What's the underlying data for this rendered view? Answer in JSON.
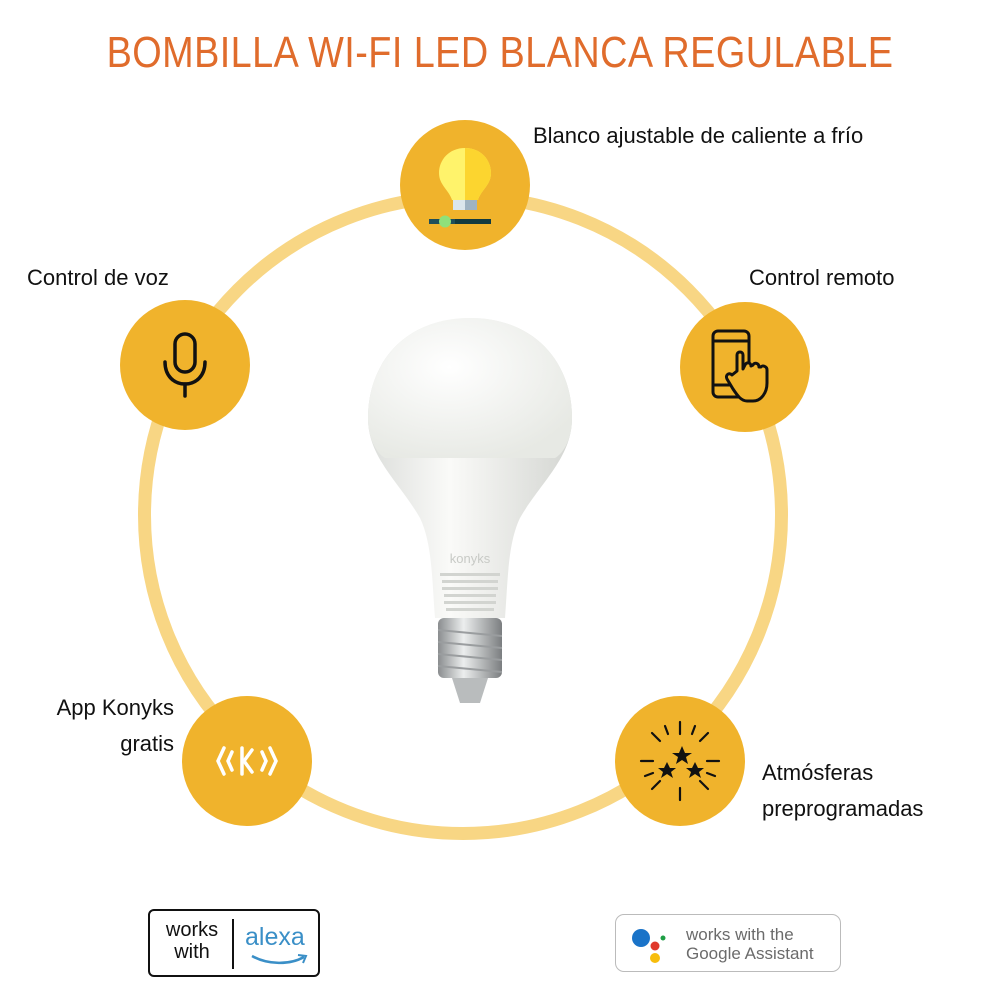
{
  "title": "BOMBILLA WI-FI LED BLANCA REGULABLE",
  "features": [
    {
      "label": "Blanco ajustable de caliente a frío",
      "icon": "bulb-slider-icon"
    },
    {
      "label": "Control de voz",
      "icon": "microphone-icon"
    },
    {
      "label": "Control remoto",
      "icon": "phone-touch-icon"
    },
    {
      "label_line1": "App Konyks",
      "label_line2": "gratis",
      "icon": "konyks-app-icon"
    },
    {
      "label_line1": "Atmósferas",
      "label_line2": "preprogramadas",
      "icon": "stars-icon"
    }
  ],
  "product": {
    "brand": "konyks"
  },
  "badges": {
    "alexa": {
      "works": "works",
      "with": "with",
      "brand": "alexa"
    },
    "google": {
      "line1": "works with the",
      "line2": "Google Assistant"
    }
  },
  "colors": {
    "accent": "#f0b32c",
    "ring": "#f8d684",
    "title": "#e06c2c"
  }
}
